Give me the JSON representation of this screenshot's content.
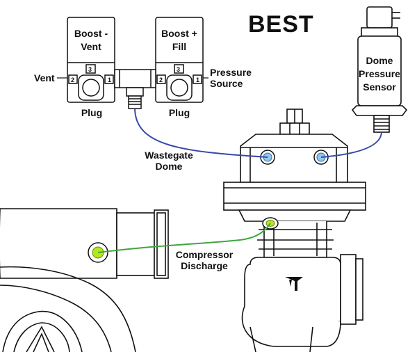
{
  "title": "BEST",
  "solenoid_left": {
    "name_line1": "Boost -",
    "name_line2": "Vent",
    "port_1": "1",
    "port_2": "2",
    "port_3": "3",
    "port_label": "Vent",
    "plug_label": "Plug"
  },
  "solenoid_right": {
    "name_line1": "Boost +",
    "name_line2": "Fill",
    "port_1": "1",
    "port_2": "2",
    "port_3": "3",
    "port_label_line1": "Pressure",
    "port_label_line2": "Source",
    "plug_label": "Plug"
  },
  "sensor": {
    "line1": "Dome",
    "line2": "Pressure",
    "line3": "Sensor"
  },
  "wastegate_dome": {
    "line1": "Wastegate",
    "line2": "Dome"
  },
  "compressor": {
    "line1": "Compressor",
    "line2": "Discharge"
  },
  "colors": {
    "dome_line": "#3848a8",
    "dome_fitting": "#8ec8f0",
    "compressor_line": "#3fa63f",
    "compressor_fitting": "#b6e61e",
    "outline": "#111111"
  }
}
